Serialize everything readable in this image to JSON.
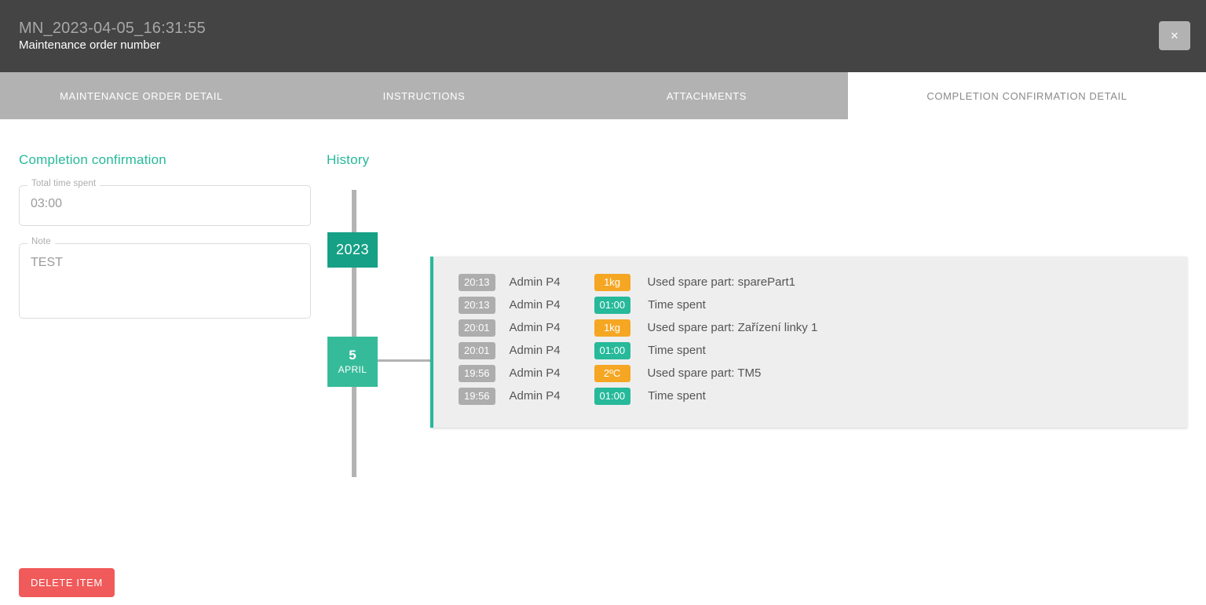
{
  "header": {
    "title": "MN_2023-04-05_16:31:55",
    "subtitle": "Maintenance order number",
    "close_label": "✕"
  },
  "tabs": [
    {
      "label": "MAINTENANCE ORDER DETAIL",
      "active": false
    },
    {
      "label": "INSTRUCTIONS",
      "active": false
    },
    {
      "label": "ATTACHMENTS",
      "active": false
    },
    {
      "label": "COMPLETION CONFIRMATION DETAIL",
      "active": true
    }
  ],
  "completion": {
    "heading": "Completion confirmation",
    "total_time": {
      "label": "Total time spent",
      "value": "03:00"
    },
    "note": {
      "label": "Note",
      "value": "TEST"
    }
  },
  "history": {
    "heading": "History",
    "year": "2023",
    "day": "5",
    "month": "APRIL",
    "rows": [
      {
        "time": "20:13",
        "user": "Admin P4",
        "badge": "1kg",
        "badge_kind": "value-orange",
        "desc": "Used spare part: sparePart1"
      },
      {
        "time": "20:13",
        "user": "Admin P4",
        "badge": "01:00",
        "badge_kind": "value-teal",
        "desc": "Time spent"
      },
      {
        "time": "20:01",
        "user": "Admin P4",
        "badge": "1kg",
        "badge_kind": "value-orange",
        "desc": "Used spare part: Zařízení linky 1"
      },
      {
        "time": "20:01",
        "user": "Admin P4",
        "badge": "01:00",
        "badge_kind": "value-teal",
        "desc": "Time spent"
      },
      {
        "time": "19:56",
        "user": "Admin P4",
        "badge": "2ºC",
        "badge_kind": "value-orange",
        "desc": "Used spare part: TM5"
      },
      {
        "time": "19:56",
        "user": "Admin P4",
        "badge": "01:00",
        "badge_kind": "value-teal",
        "desc": "Time spent"
      }
    ]
  },
  "actions": {
    "delete_label": "DELETE ITEM"
  },
  "colors": {
    "accent_teal": "#26b99a",
    "year_badge": "#16a085",
    "day_badge": "#36bb9a",
    "header_bg": "#444444",
    "tab_bg": "#b2b2b2",
    "badge_time": "#adadad",
    "badge_orange": "#f5a623",
    "danger": "#f05a5a"
  }
}
